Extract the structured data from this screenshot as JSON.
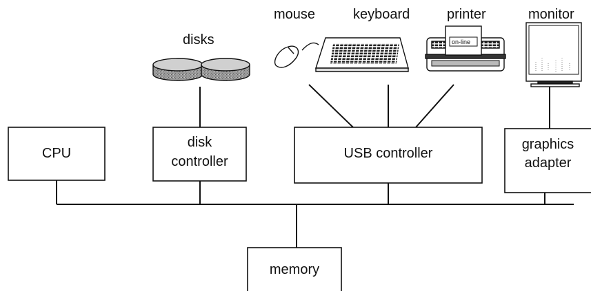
{
  "devices": {
    "disks": "disks",
    "mouse": "mouse",
    "keyboard": "keyboard",
    "printer": "printer",
    "printer_screen": "on-line",
    "monitor": "monitor"
  },
  "controllers": {
    "cpu": "CPU",
    "disk_controller_line1": "disk",
    "disk_controller_line2": "controller",
    "usb_controller": "USB controller",
    "graphics_line1": "graphics",
    "graphics_line2": "adapter"
  },
  "memory": "memory"
}
